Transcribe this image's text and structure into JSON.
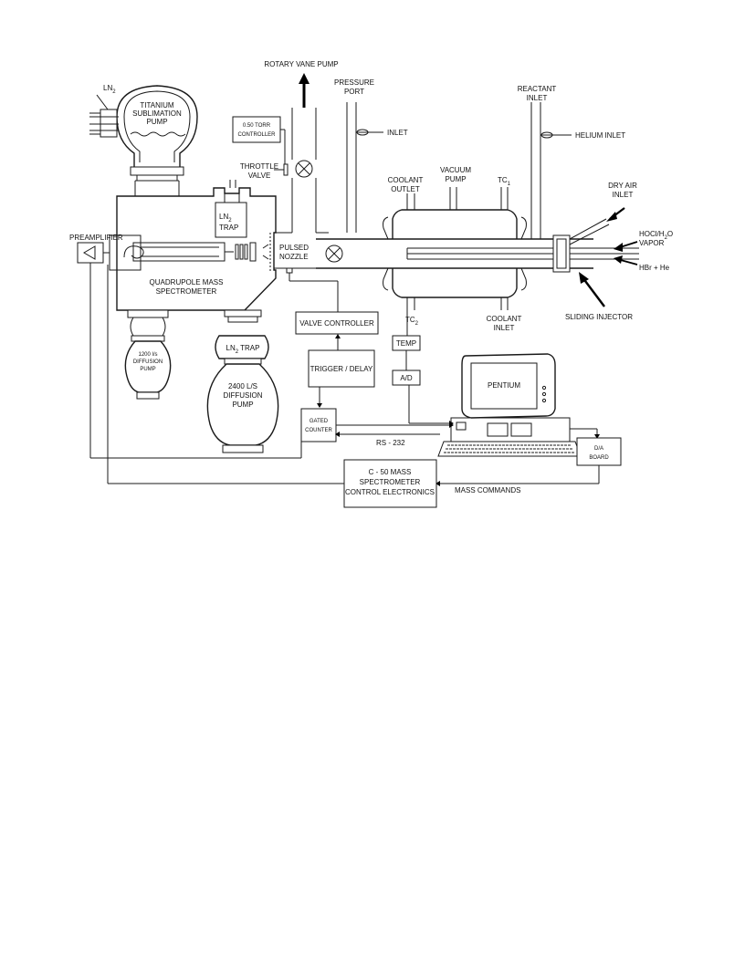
{
  "diagram": {
    "labels": {
      "rotary_vane_pump": "ROTARY VANE PUMP",
      "pressure_port_1": "PRESSURE",
      "pressure_port_2": "PORT",
      "reactant_inlet_1": "REACTANT",
      "reactant_inlet_2": "INLET",
      "ln2_top": "LN",
      "ln2_top_sub": "2",
      "titanium_1": "TITANIUM",
      "titanium_2": "SUBLIMATION",
      "titanium_3": "PUMP",
      "torr_controller_1": "0.50 TORR",
      "torr_controller_2": "CONTROLLER",
      "inlet": "INLET",
      "helium_inlet": "HELIUM INLET",
      "throttle_1": "THROTTLE",
      "throttle_2": "VALVE",
      "coolant_outlet_1": "COOLANT",
      "coolant_outlet_2": "OUTLET",
      "vacuum_pump_1": "VACUUM",
      "vacuum_pump_2": "PUMP",
      "tc1": "TC",
      "tc1_sub": "1",
      "dry_air_1": "DRY AIR",
      "dry_air_2": "INLET",
      "ln2_trap_upper_1": "LN",
      "ln2_trap_upper_sub": "2",
      "ln2_trap_upper_2": "TRAP",
      "preamplifier": "PREAMPLIFIER",
      "pulsed_1": "PULSED",
      "pulsed_2": "NOZZLE",
      "hocl_1": "HOCl/H",
      "hocl_sub": "2",
      "hocl_2": "O",
      "vapor": "VAPOR",
      "hbr": "HBr + He",
      "quadrupole_1": "QUADRUPOLE MASS",
      "quadrupole_2": "SPECTROMETER",
      "tc2": "TC",
      "tc2_sub": "2",
      "coolant_inlet_1": "COOLANT",
      "coolant_inlet_2": "INLET",
      "sliding_injector": "SLIDING INJECTOR",
      "valve_controller": "VALVE CONTROLLER",
      "ln2_trap_lower": "LN",
      "ln2_trap_lower_sub": "2",
      "ln2_trap_lower_2": "TRAP",
      "diff_1200_1": "1200 l/s",
      "diff_1200_2": "DIFFUSION",
      "diff_1200_3": "PUMP",
      "temp": "TEMP",
      "trigger_delay": "TRIGGER / DELAY",
      "diff_2400_1": "2400 L/S",
      "diff_2400_2": "DIFFUSION",
      "diff_2400_3": "PUMP",
      "ad": "A/D",
      "pentium": "PENTIUM",
      "gated_1": "GATED",
      "gated_2": "COUNTER",
      "rs232": "RS - 232",
      "da_1": "D/A",
      "da_2": "BOARD",
      "c50_1": "C - 50 MASS",
      "c50_2": "SPECTROMETER",
      "c50_3": "CONTROL ELECTRONICS",
      "mass_commands": "MASS COMMANDS"
    }
  }
}
